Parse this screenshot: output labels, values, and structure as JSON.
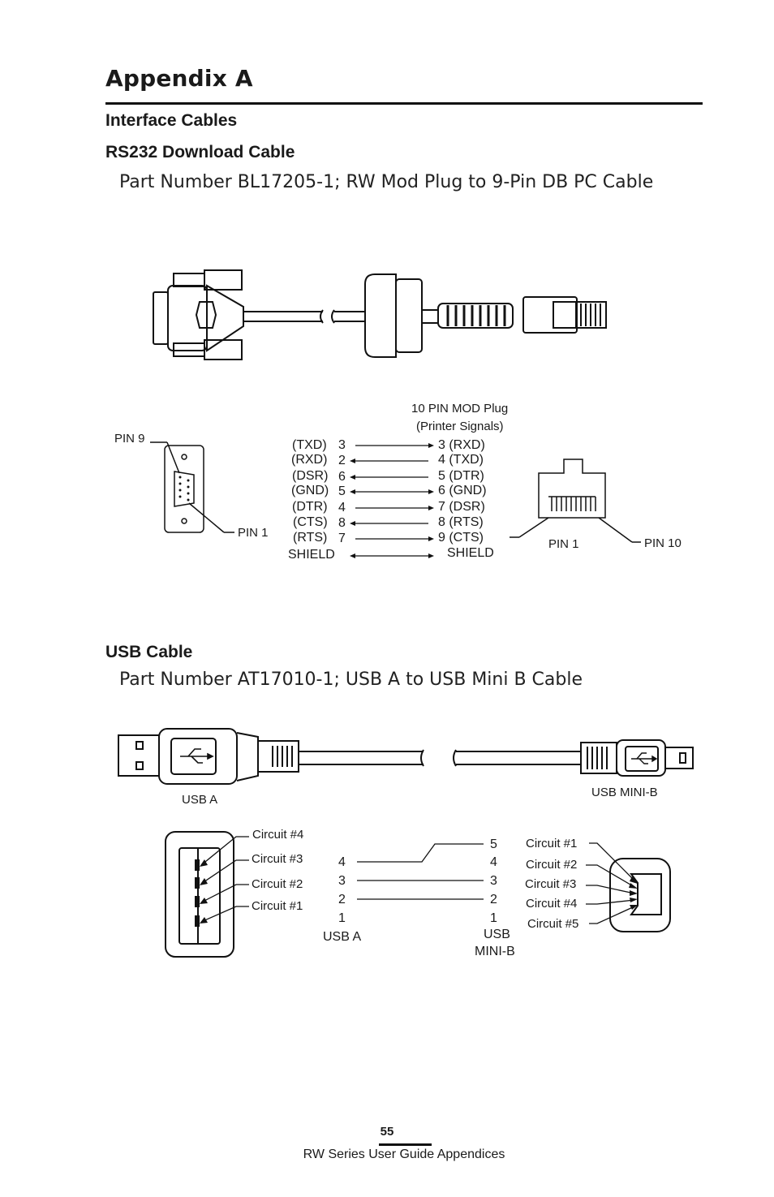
{
  "header": {
    "appendix_title": "Appendix A",
    "section_title": "Interface Cables"
  },
  "rs232": {
    "heading": "RS232 Download Cable",
    "part_line": "Part Number BL17205-1; RW Mod Plug to 9-Pin DB PC Cable",
    "mod_plug_title_1": "10 PIN MOD Plug",
    "mod_plug_title_2": "(Printer Signals)",
    "db9_pin9": "PIN 9",
    "db9_pin1": "PIN 1",
    "rj_pin1": "PIN 1",
    "rj_pin10": "PIN 10",
    "left_signals": [
      "(TXD)",
      "(RXD)",
      "(DSR)",
      "(GND)",
      "(DTR)",
      "(CTS)",
      "(RTS)"
    ],
    "left_pins": [
      "3",
      "2",
      "6",
      "5",
      "4",
      "8",
      "7"
    ],
    "right_entries": [
      "3 (RXD)",
      "4 (TXD)",
      "5 (DTR)",
      "6 (GND)",
      "7 (DSR)",
      "8 (RTS)",
      "9 (CTS)"
    ],
    "shield_left": "SHIELD",
    "shield_right": "SHIELD"
  },
  "usb": {
    "heading": "USB Cable",
    "part_line": "Part Number AT17010-1; USB A to USB Mini B Cable",
    "usb_a_label": "USB A",
    "usb_minib_label": "USB MINI-B",
    "a_circuits": [
      "Circuit #4",
      "Circuit #3",
      "Circuit #2",
      "Circuit #1"
    ],
    "b_circuits": [
      "Circuit #1",
      "Circuit #2",
      "Circuit #3",
      "Circuit #4",
      "Circuit #5"
    ],
    "a_pins": [
      "4",
      "3",
      "2",
      "1"
    ],
    "b_pins": [
      "5",
      "4",
      "3",
      "2",
      "1"
    ],
    "a_bottom_label": "USB A",
    "b_bottom_label_1": "USB",
    "b_bottom_label_2": "MINI-B"
  },
  "footer": {
    "page_number": "55",
    "text": "RW Series User Guide Appendices"
  }
}
